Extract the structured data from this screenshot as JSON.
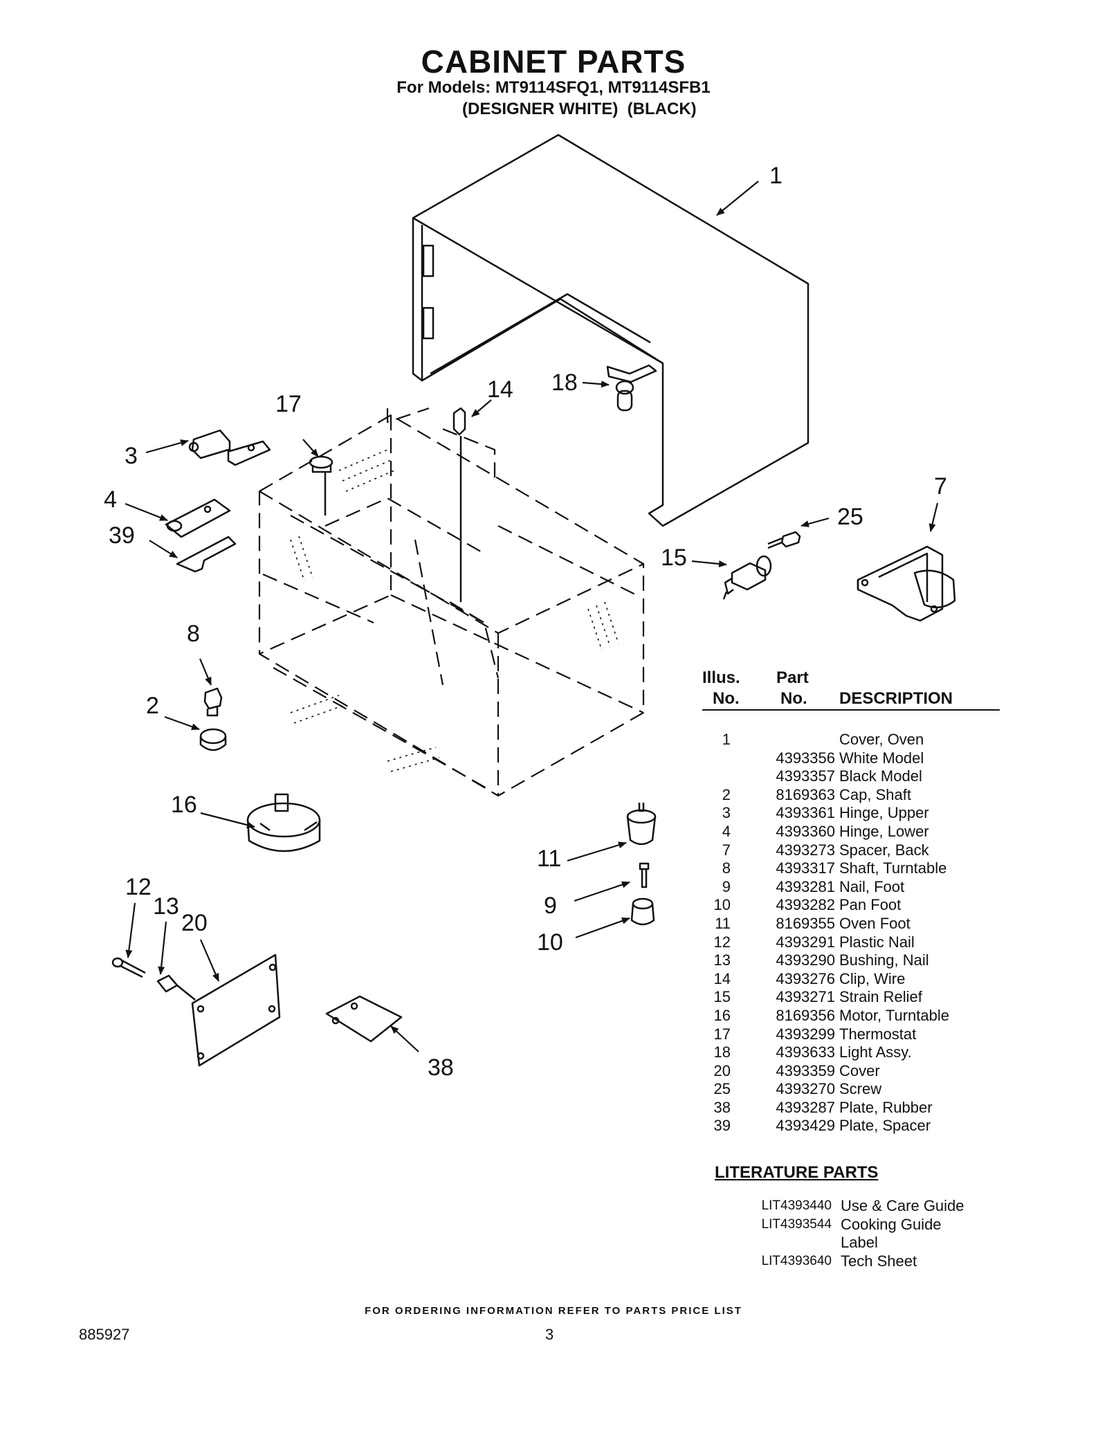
{
  "header": {
    "title": "CABINET PARTS",
    "models": "For Models: MT9114SFQ1, MT9114SFB1",
    "colors": "(DESIGNER WHITE)  (BLACK)"
  },
  "callouts": [
    "1",
    "18",
    "14",
    "17",
    "3",
    "4",
    "39",
    "7",
    "25",
    "15",
    "8",
    "2",
    "16",
    "11",
    "12",
    "13",
    "20",
    "9",
    "10",
    "38"
  ],
  "table": {
    "col_illus": [
      "Illus.",
      "No."
    ],
    "col_part": [
      "Part",
      "No."
    ],
    "col_desc": "DESCRIPTION",
    "rows": [
      {
        "illus": "1",
        "part": "",
        "desc": "Cover, Oven"
      },
      {
        "illus": "",
        "part": "4393356",
        "desc": "White Model"
      },
      {
        "illus": "",
        "part": "4393357",
        "desc": "Black Model"
      },
      {
        "illus": "2",
        "part": "8169363",
        "desc": "Cap, Shaft"
      },
      {
        "illus": "3",
        "part": "4393361",
        "desc": "Hinge, Upper"
      },
      {
        "illus": "4",
        "part": "4393360",
        "desc": "Hinge, Lower"
      },
      {
        "illus": "7",
        "part": "4393273",
        "desc": "Spacer, Back"
      },
      {
        "illus": "8",
        "part": "4393317",
        "desc": "Shaft, Turntable"
      },
      {
        "illus": "9",
        "part": "4393281",
        "desc": "Nail, Foot"
      },
      {
        "illus": "10",
        "part": "4393282",
        "desc": "Pan Foot"
      },
      {
        "illus": "11",
        "part": "8169355",
        "desc": "Oven Foot"
      },
      {
        "illus": "12",
        "part": "4393291",
        "desc": "Plastic Nail"
      },
      {
        "illus": "13",
        "part": "4393290",
        "desc": "Bushing, Nail"
      },
      {
        "illus": "14",
        "part": "4393276",
        "desc": "Clip, Wire"
      },
      {
        "illus": "15",
        "part": "4393271",
        "desc": "Strain Relief"
      },
      {
        "illus": "16",
        "part": "8169356",
        "desc": "Motor, Turntable"
      },
      {
        "illus": "17",
        "part": "4393299",
        "desc": "Thermostat"
      },
      {
        "illus": "18",
        "part": "4393633",
        "desc": "Light Assy."
      },
      {
        "illus": "20",
        "part": "4393359",
        "desc": "Cover"
      },
      {
        "illus": "25",
        "part": "4393270",
        "desc": "Screw"
      },
      {
        "illus": "38",
        "part": "4393287",
        "desc": "Plate, Rubber"
      },
      {
        "illus": "39",
        "part": "4393429",
        "desc": "Plate, Spacer"
      }
    ]
  },
  "literature": {
    "heading": "LITERATURE PARTS",
    "rows": [
      {
        "num": "LIT4393440",
        "desc": "Use & Care Guide"
      },
      {
        "num": "LIT4393544",
        "desc": "Cooking Guide"
      },
      {
        "num": "",
        "desc": "Label"
      },
      {
        "num": "LIT4393640",
        "desc": "Tech Sheet"
      }
    ]
  },
  "footer": {
    "ordering": "FOR ORDERING INFORMATION REFER TO PARTS PRICE LIST",
    "doc_number": "885927",
    "page_number": "3"
  }
}
